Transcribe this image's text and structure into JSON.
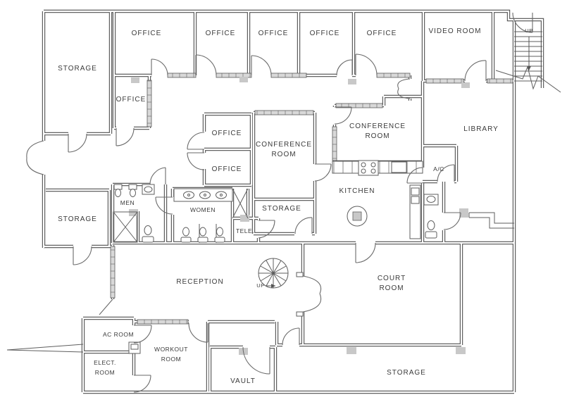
{
  "rooms": {
    "storage_top_left": "STORAGE",
    "office_top_1": "OFFICE",
    "office_top_2": "OFFICE",
    "office_top_3": "OFFICE",
    "office_top_4": "OFFICE",
    "office_top_5": "OFFICE",
    "video_room": "VIDEO ROOM",
    "office_small": "OFFICE",
    "office_mid_upper": "OFFICE",
    "office_mid_lower": "OFFICE",
    "conference_center": {
      "line1": "CONFERENCE",
      "line2": "ROOM"
    },
    "conference_right": {
      "line1": "CONFERENCE",
      "line2": "ROOM"
    },
    "library": "LIBRARY",
    "ac_closet": "A/C",
    "kitchen": "KITCHEN",
    "men_restroom": "MEN",
    "women_restroom": "WOMEN",
    "tele_room": "TELE.",
    "storage_left": "STORAGE",
    "storage_center": "STORAGE",
    "reception": "RECEPTION",
    "court_room": {
      "line1": "COURT",
      "line2": "ROOM"
    },
    "ac_room": "AC ROOM",
    "elect_room": {
      "line1": "ELECT.",
      "line2": "ROOM"
    },
    "workout_room": {
      "line1": "WORKOUT",
      "line2": "ROOM"
    },
    "vault": "VAULT",
    "storage_bottom": "STORAGE"
  },
  "stairs": {
    "upper_label": "UP",
    "spiral_label": "UP"
  },
  "colors": {
    "wall": "#4f4f4f",
    "glazing": "#d8d8d8",
    "threshold": "#c8c8c8",
    "text": "#3a3a3a",
    "background": "#ffffff"
  }
}
